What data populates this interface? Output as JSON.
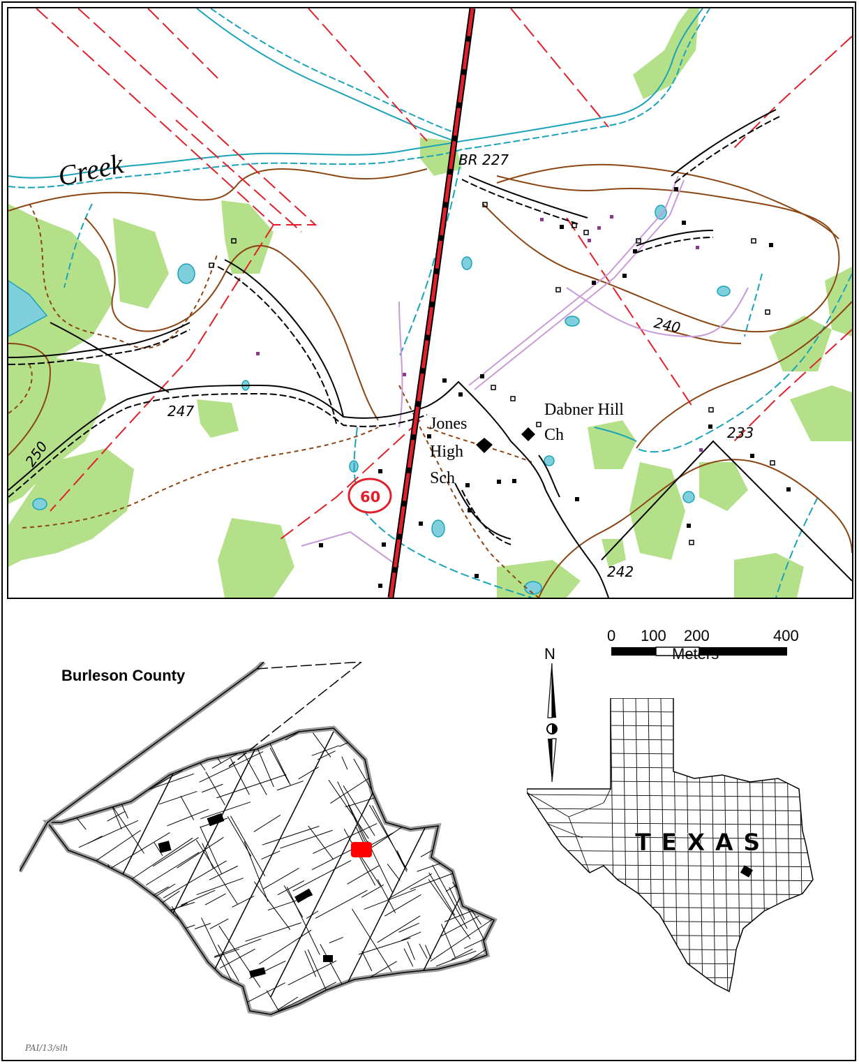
{
  "topo_labels": {
    "creek": "Creek",
    "bridge": "BR 227",
    "contour_240": "240",
    "contour_247": "247",
    "contour_250": "250",
    "contour_233": "233",
    "contour_242": "242",
    "school_line1": "Jones",
    "school_line2": "High",
    "school_line3": "Sch",
    "church_line1": "Dabner Hill",
    "church_line2": "Ch",
    "route_shield": "60"
  },
  "scale_bar": {
    "ticks": [
      "0",
      "100",
      "200",
      "400"
    ],
    "unit": "Meters"
  },
  "north_arrow": {
    "letter": "N"
  },
  "county_inset": {
    "title": "Burleson County"
  },
  "state_inset": {
    "title": "TEXAS"
  },
  "credit": "PAI/13/slh",
  "colors": {
    "contour": "#8b4513",
    "water": "#1aa3b8",
    "vegetation": "#b5e08a",
    "road_red": "#e0202a",
    "road_black": "#000000",
    "powerline": "#c89ad8",
    "county_highlight": "#ff0000"
  }
}
